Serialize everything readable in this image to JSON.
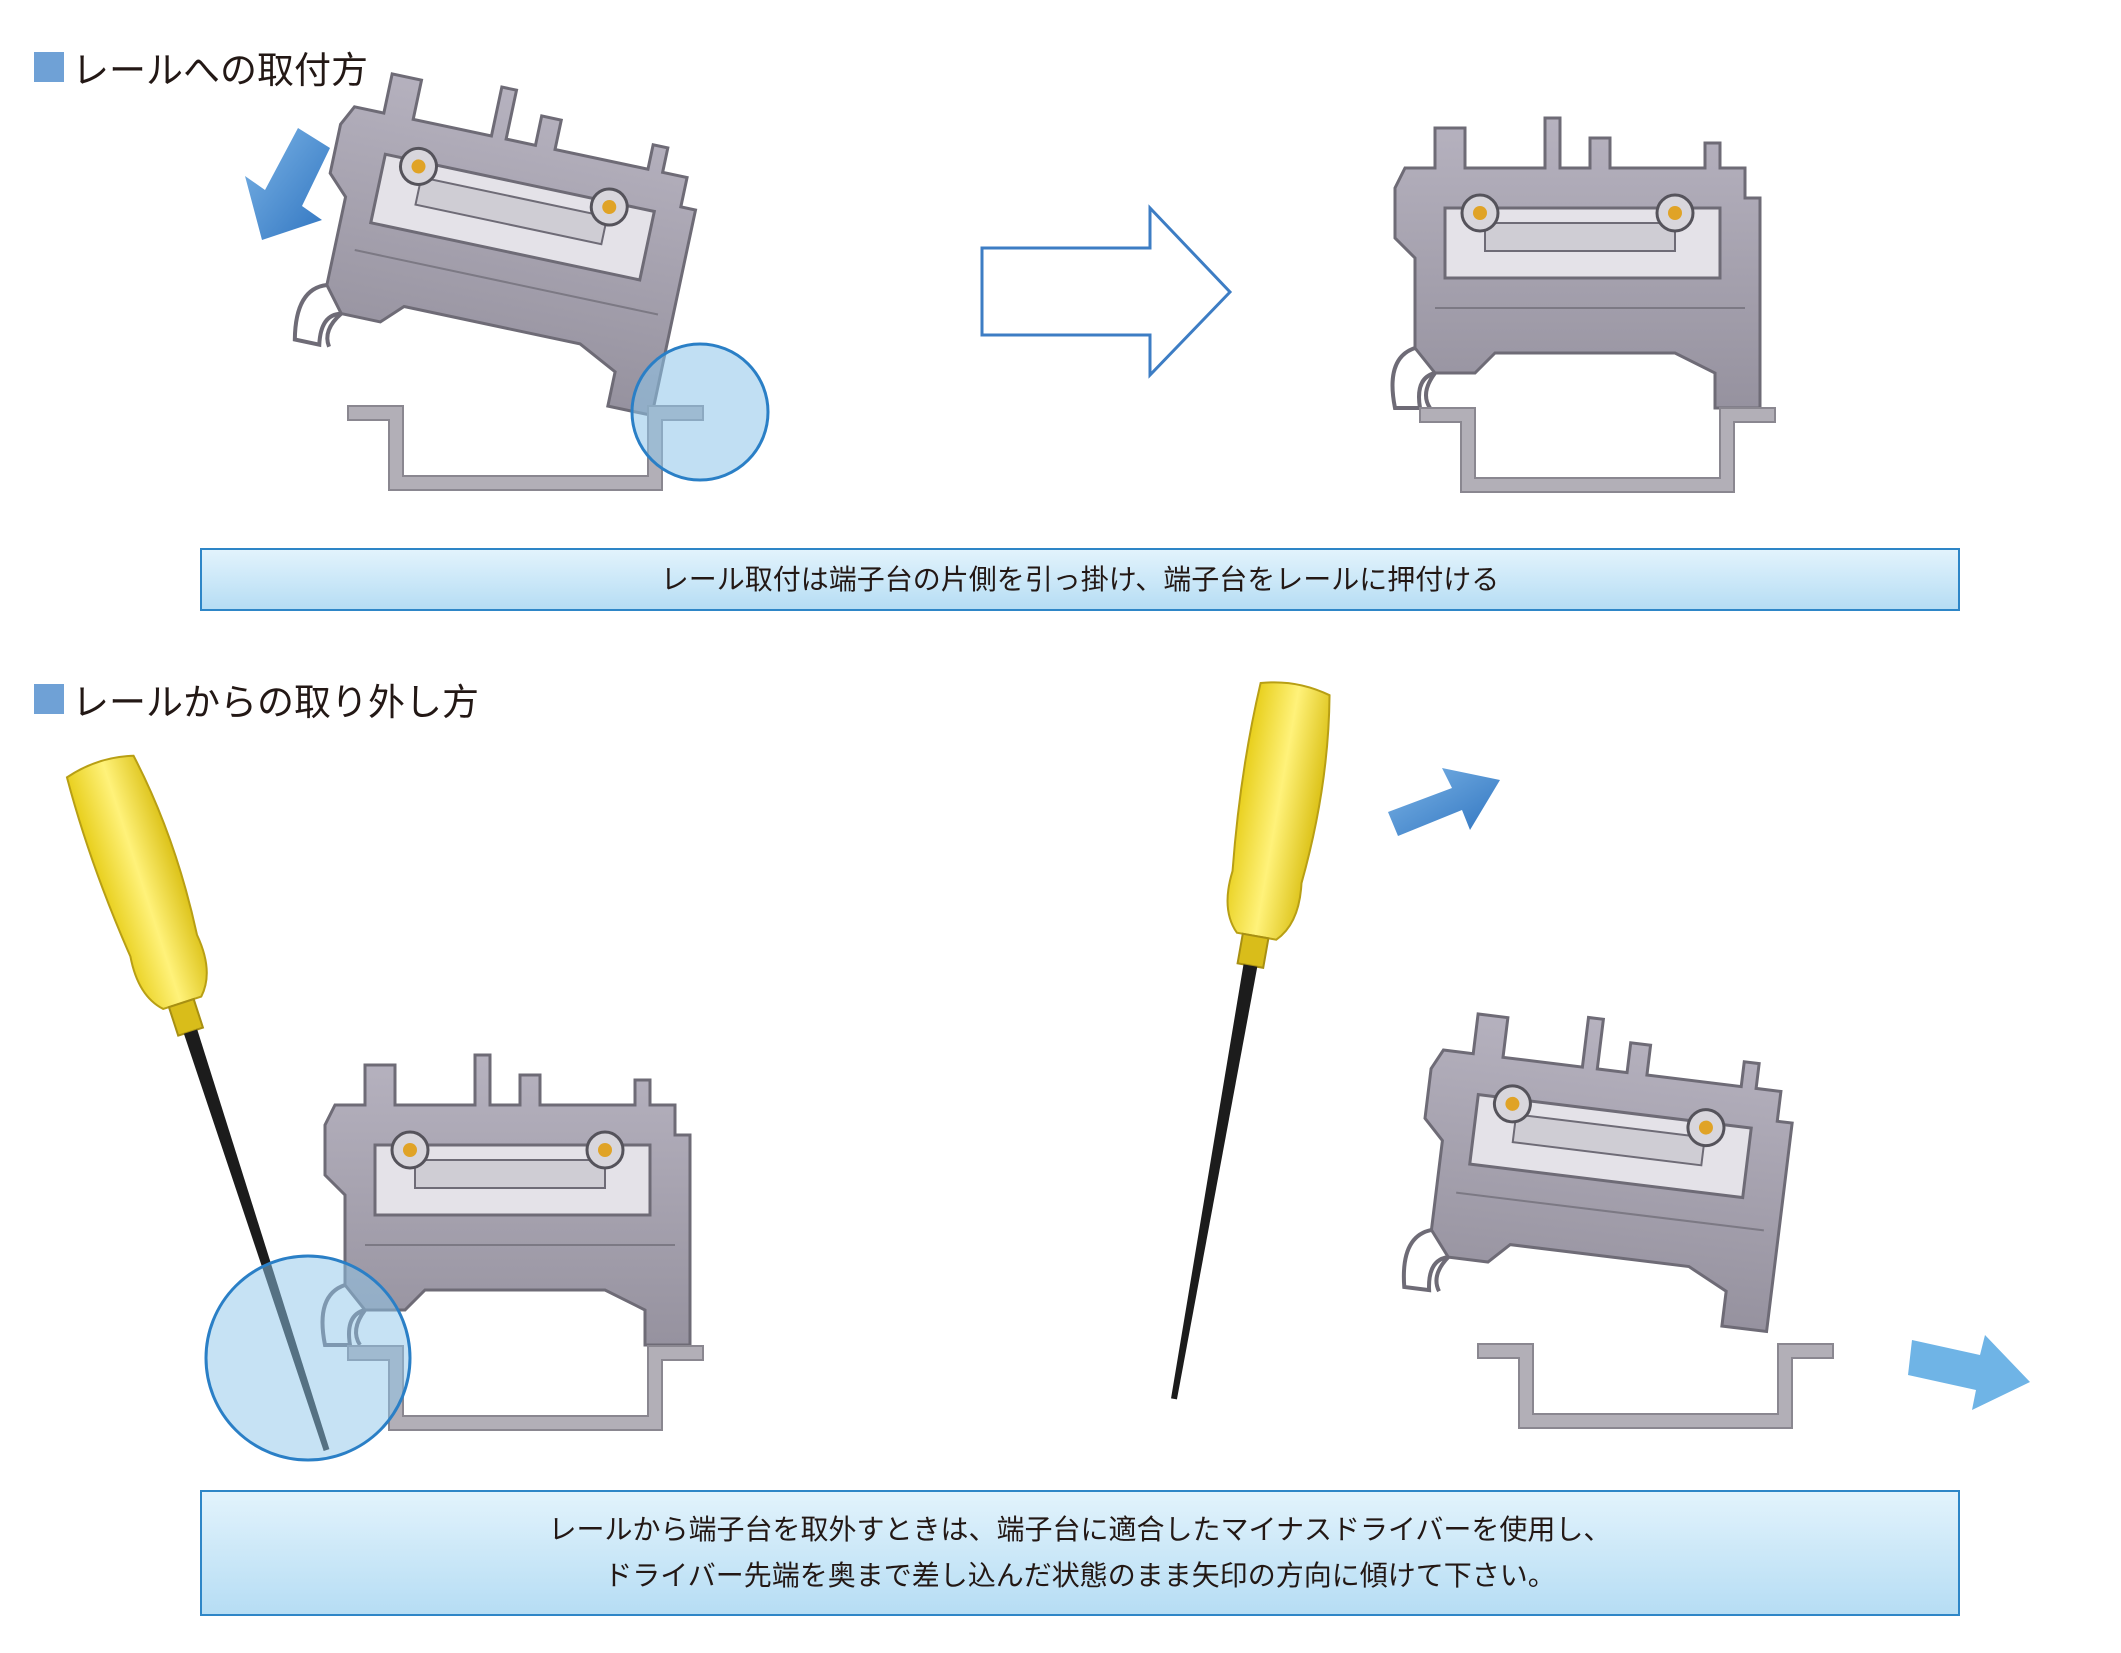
{
  "section_mount": {
    "title": "レールへの取付方",
    "caption": "レール取付は端子台の片側を引っ掛け、端子台をレールに押付ける"
  },
  "section_remove": {
    "title": "レールからの取り外し方",
    "caption_line1": "レールから端子台を取外すときは、端子台に適合したマイナスドライバーを使用し、",
    "caption_line2": "ドライバー先端を奥まで差し込んだ状態のまま矢印の方向に傾けて下さい。"
  },
  "colors": {
    "bullet": "#6fa1d6",
    "caption_border": "#2e86c7",
    "caption_fill_top": "#e2f3fc",
    "caption_fill_bottom": "#b6ddf4",
    "terminal_body": "#a7a3b0",
    "terminal_outline": "#6e6b76",
    "rail": "#a9a6ae",
    "screwdriver_handle": "#f4e03a",
    "screwdriver_shaft": "#1c1c1c",
    "arrow_blue": "#3f86cf",
    "highlight_circle": "#2a7fc6"
  }
}
